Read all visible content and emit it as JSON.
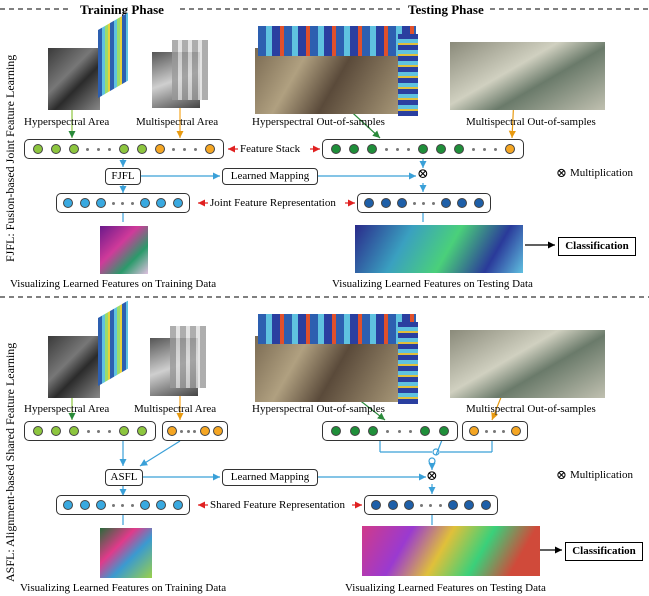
{
  "phases": {
    "training": "Training Phase",
    "testing": "Testing Phase"
  },
  "section1": {
    "side_label": "FJFL: Fusion-based Joint Feature Learning",
    "hs_area": "Hyperspectral Area",
    "ms_area": "Multispectral Area",
    "hs_oos": "Hyperspectral Out-of-samples",
    "ms_oos": "Multispectral Out-of-samples",
    "feature_stack": "Feature Stack",
    "fjfl": "FJFL",
    "learned_mapping": "Learned Mapping",
    "multiplication": "Multiplication",
    "joint_repr": "Joint Feature Representation",
    "classification": "Classification",
    "vis_train": "Visualizing Learned Features on Training Data",
    "vis_test": "Visualizing Learned Features on Testing Data"
  },
  "section2": {
    "side_label": "ASFL: Alignment-based Shared Feature Learning",
    "hs_area": "Hyperspectral Area",
    "ms_area": "Multispectral Area",
    "hs_oos": "Hyperspectral Out-of-samples",
    "ms_oos": "Multispectral Out-of-samples",
    "asfl": "ASFL",
    "learned_mapping": "Learned Mapping",
    "multiplication": "Multiplication",
    "shared_repr": "Shared Feature Representation",
    "classification": "Classification",
    "vis_train": "Visualizing Learned Features on Training Data",
    "vis_test": "Visualizing Learned Features on Testing Data"
  },
  "symbols": {
    "otimes": "⊗"
  },
  "colors": {
    "green": "#8dc63f",
    "orange": "#f5a623",
    "dark_green": "#1f8f3a",
    "blue": "#39a9e0",
    "dark_blue": "#1e5fa8",
    "arrow_blue": "#3aa0d8",
    "arrow_red": "#e02020"
  }
}
